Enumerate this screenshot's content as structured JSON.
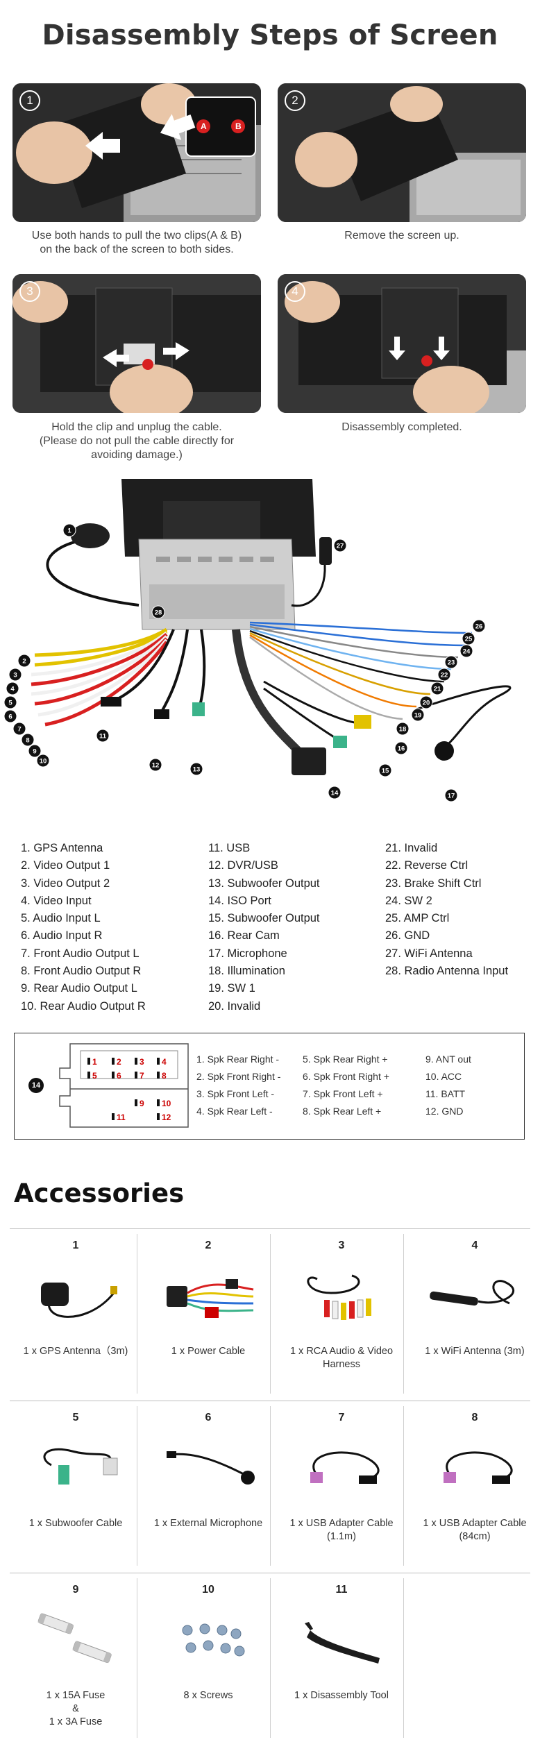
{
  "header": {
    "title": "Disassembly Steps of Screen"
  },
  "steps": [
    {
      "number": "1",
      "caption": [
        "Use both hands to pull the two clips(A & B)",
        "on the back of the screen to both sides."
      ],
      "clip_labels": [
        "A",
        "B"
      ]
    },
    {
      "number": "2",
      "caption": [
        "Remove the screen up."
      ]
    },
    {
      "number": "3",
      "caption": [
        "Hold the clip and unplug the cable.",
        "(Please do not pull the cable directly for",
        "avoiding damage.)"
      ]
    },
    {
      "number": "4",
      "caption": [
        "Disassembly completed."
      ]
    }
  ],
  "wiring": {
    "callouts": [
      "1",
      "2",
      "3",
      "4",
      "5",
      "6",
      "7",
      "8",
      "9",
      "10",
      "11",
      "12",
      "13",
      "14",
      "15",
      "16",
      "17",
      "18",
      "19",
      "20",
      "21",
      "22",
      "23",
      "24",
      "25",
      "26",
      "27",
      "28"
    ],
    "legend": [
      [
        "1.   GPS Antenna",
        "2.   Video Output 1",
        "3.   Video Output 2",
        "4.   Video Input",
        "5.   Audio Input L",
        "6.   Audio Input R",
        "7.   Front Audio Output L",
        "8.   Front Audio Output R",
        "9.   Rear Audio Output L",
        "10. Rear Audio Output R"
      ],
      [
        "11. USB",
        "12. DVR/USB",
        "13. Subwoofer Output",
        "14. ISO Port",
        "15. Subwoofer Output",
        "16. Rear Cam",
        "17. Microphone",
        "18. Illumination",
        "19. SW 1",
        "20. Invalid"
      ],
      [
        "21. Invalid",
        "22. Reverse Ctrl",
        "23. Brake Shift Ctrl",
        "24. SW 2",
        "25. AMP Ctrl",
        "26. GND",
        "27. WiFi Antenna",
        "28. Radio Antenna Input"
      ]
    ]
  },
  "iso": {
    "callout": "14",
    "pin_numbers": [
      "1",
      "2",
      "3",
      "4",
      "5",
      "6",
      "7",
      "8",
      "9",
      "10",
      "11",
      "12"
    ],
    "pins": [
      [
        "1. Spk Rear Right -",
        "2. Spk Front Right -",
        "3. Spk Front Left -",
        "4. Spk Rear Left -"
      ],
      [
        "5. Spk Rear Right +",
        "6. Spk Front Right +",
        "7. Spk Front Left +",
        "8. Spk Rear Left +"
      ],
      [
        "9.   ANT out",
        "10. ACC",
        "11. BATT",
        "12. GND"
      ]
    ]
  },
  "accessories": {
    "title": "Accessories",
    "items": [
      {
        "number": "1",
        "caption": [
          "1 x GPS Antenna（3m)"
        ],
        "icon": "gps-antenna-icon"
      },
      {
        "number": "2",
        "caption": [
          "1 x Power Cable"
        ],
        "icon": "power-cable-icon"
      },
      {
        "number": "3",
        "caption": [
          "1 x RCA Audio & Video",
          "Harness"
        ],
        "icon": "rca-harness-icon"
      },
      {
        "number": "4",
        "caption": [
          "1 x WiFi Antenna (3m)"
        ],
        "icon": "wifi-antenna-icon"
      },
      {
        "number": "5",
        "caption": [
          "1 x Subwoofer Cable"
        ],
        "icon": "subwoofer-cable-icon"
      },
      {
        "number": "6",
        "caption": [
          "1 x External Microphone"
        ],
        "icon": "microphone-icon"
      },
      {
        "number": "7",
        "caption": [
          "1 x USB Adapter Cable",
          "(1.1m)"
        ],
        "icon": "usb-cable-icon"
      },
      {
        "number": "8",
        "caption": [
          "1 x USB Adapter Cable",
          "(84cm)"
        ],
        "icon": "usb-cable-icon"
      },
      {
        "number": "9",
        "caption": [
          "1 x 15A Fuse",
          "&",
          "1 x 3A Fuse"
        ],
        "icon": "fuse-icon"
      },
      {
        "number": "10",
        "caption": [
          "8 x Screws"
        ],
        "icon": "screws-icon"
      },
      {
        "number": "11",
        "caption": [
          "1 x Disassembly Tool"
        ],
        "icon": "pry-tool-icon"
      }
    ]
  }
}
